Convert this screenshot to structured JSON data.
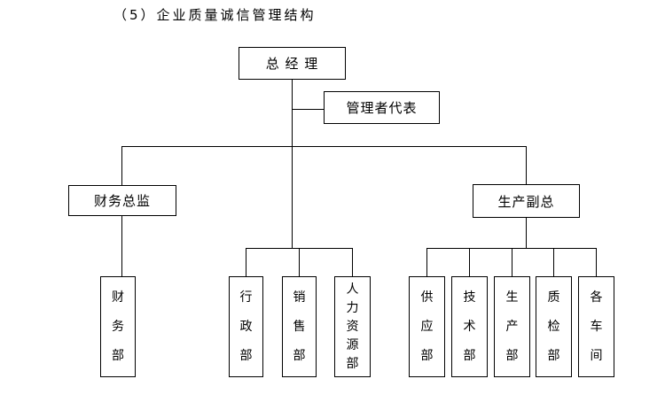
{
  "title": "（5）企业质量诚信管理结构",
  "org": {
    "root": "总 经 理",
    "staff": "管理者代表",
    "branch_finance": {
      "head": "财务总监",
      "departments": [
        "财务部"
      ]
    },
    "branch_direct": {
      "departments": [
        "行政部",
        "销售部",
        "人力资源部"
      ]
    },
    "branch_production": {
      "head": "生产副总",
      "departments": [
        "供应部",
        "技术部",
        "生产部",
        "质检部",
        "各车间"
      ]
    }
  },
  "colors": {
    "background": "#ffffff",
    "line": "#000000",
    "text": "#000000"
  }
}
